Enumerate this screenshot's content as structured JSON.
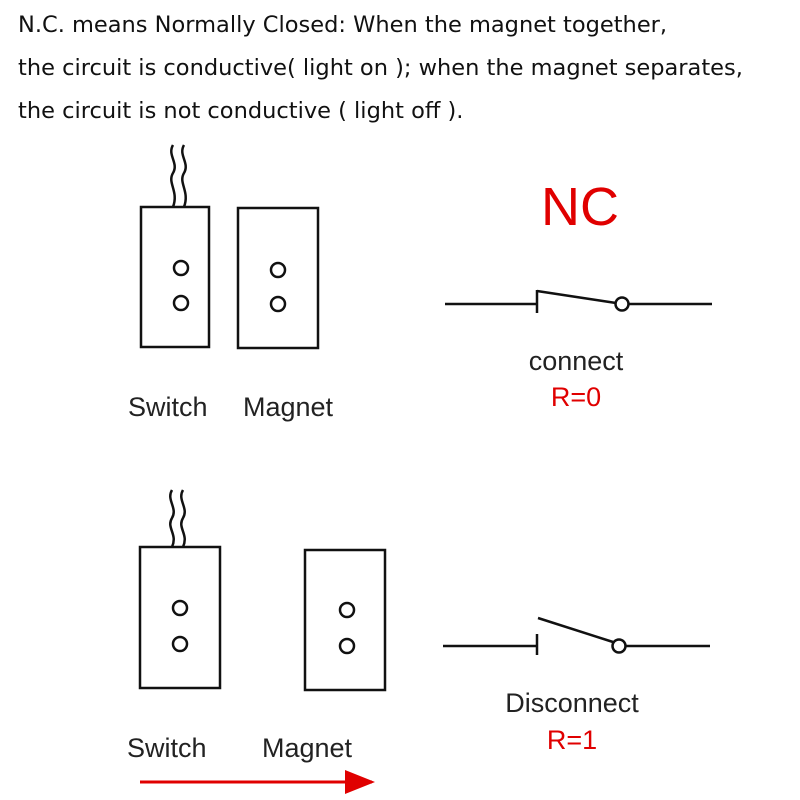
{
  "description_lines": [
    "N.C. means Normally Closed: When the magnet together,",
    "the circuit is conductive( light on ); when the magnet separates,",
    "the circuit is not conductive ( light off )."
  ],
  "title": "NC",
  "closed_state": {
    "switch_label": "Switch",
    "magnet_label": "Magnet",
    "status": "connect",
    "resistance": "R=0"
  },
  "open_state": {
    "switch_label": "Switch",
    "magnet_label": "Magnet",
    "status": "Disconnect",
    "resistance": "R=1"
  },
  "colors": {
    "accent": "#e00000",
    "line": "#111111"
  }
}
